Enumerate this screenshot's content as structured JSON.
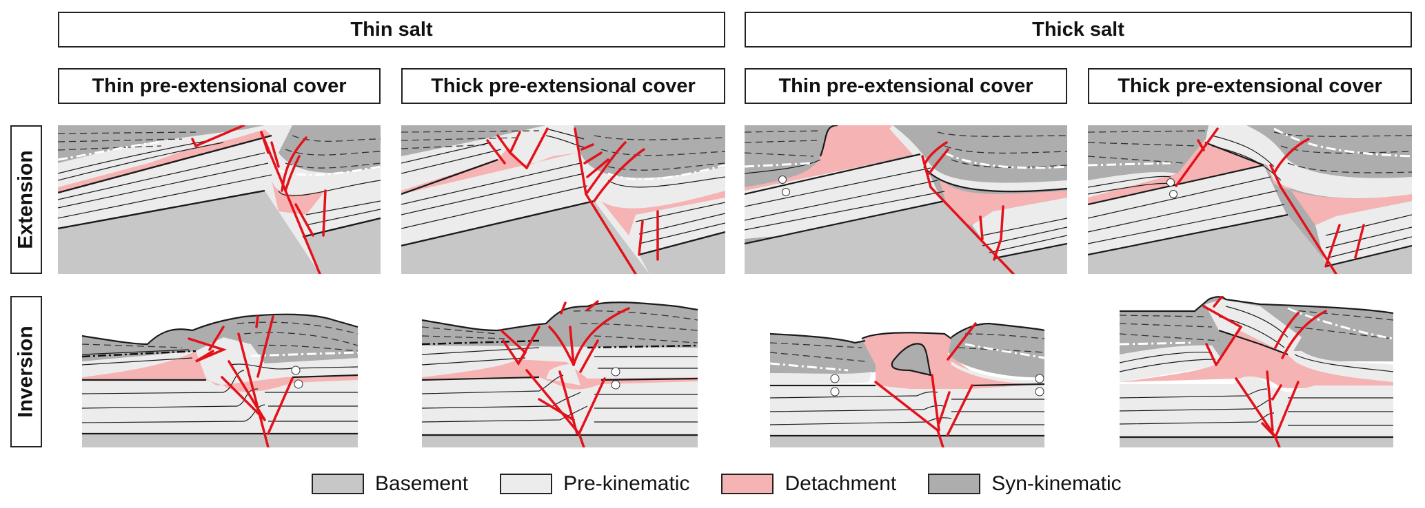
{
  "figure": {
    "column_groups": [
      {
        "label": "Thin salt"
      },
      {
        "label": "Thick salt"
      }
    ],
    "columns": [
      {
        "label": "Thin pre-extensional cover"
      },
      {
        "label": "Thick pre-extensional cover"
      },
      {
        "label": "Thin pre-extensional cover"
      },
      {
        "label": "Thick pre-extensional cover"
      }
    ],
    "rows": [
      {
        "label": "Extension"
      },
      {
        "label": "Inversion"
      }
    ],
    "legend": [
      {
        "label": "Basement",
        "color": "#c6c7c6"
      },
      {
        "label": "Pre-kinematic",
        "color": "#ececec"
      },
      {
        "label": "Detachment",
        "color": "#f5b3b4"
      },
      {
        "label": "Syn-kinematic",
        "color": "#adadad"
      }
    ],
    "colors": {
      "basement": "#c6c7c6",
      "prekinematic": "#ececec",
      "detachment": "#f5b3b4",
      "synkinematic": "#adadad",
      "fault": "#e3111a",
      "line": "#1a1a1a"
    }
  }
}
